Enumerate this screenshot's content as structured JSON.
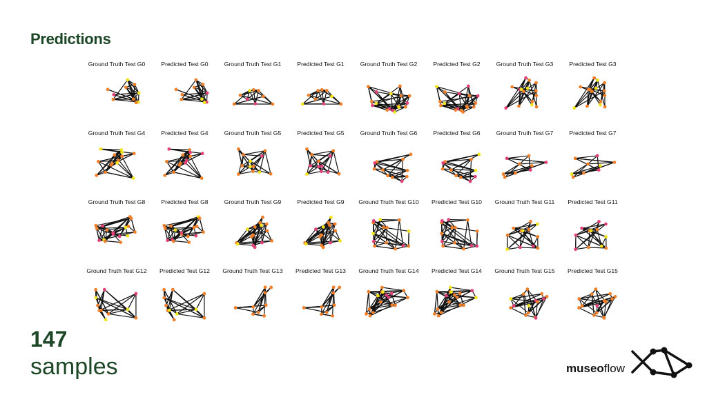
{
  "page": {
    "title": "Predictions"
  },
  "summary": {
    "count": "147",
    "unit": "samples"
  },
  "brand": {
    "bold": "museo",
    "regular": "flow",
    "logo_icon": "graph-logo-icon"
  },
  "colors": {
    "accent": "#1d4727",
    "node": "#f07f2a",
    "node_alt": "#e3407a",
    "node_warn": "#f2e41c",
    "edge": "#111111"
  },
  "panels": [
    "Ground Truth Test G0",
    "Predicted Test G0",
    "Ground Truth Test G1",
    "Predicted Test G1",
    "Ground Truth Test G2",
    "Predicted Test G2",
    "Ground Truth Test G3",
    "Predicted Test G3",
    "Ground Truth Test G4",
    "Predicted Test G4",
    "Ground Truth Test G5",
    "Predicted Test G5",
    "Ground Truth Test G6",
    "Predicted Test G6",
    "Ground Truth Test G7",
    "Predicted Test G7",
    "Ground Truth Test G8",
    "Predicted Test G8",
    "Ground Truth Test G9",
    "Predicted Test G9",
    "Ground Truth Test G10",
    "Predicted Test G10",
    "Ground Truth Test G11",
    "Predicted Test G11",
    "Ground Truth Test G12",
    "Predicted Test G12",
    "Ground Truth Test G13",
    "Predicted Test G13",
    "Ground Truth Test G14",
    "Predicted Test G14",
    "Ground Truth Test G15",
    "Predicted Test G15"
  ]
}
